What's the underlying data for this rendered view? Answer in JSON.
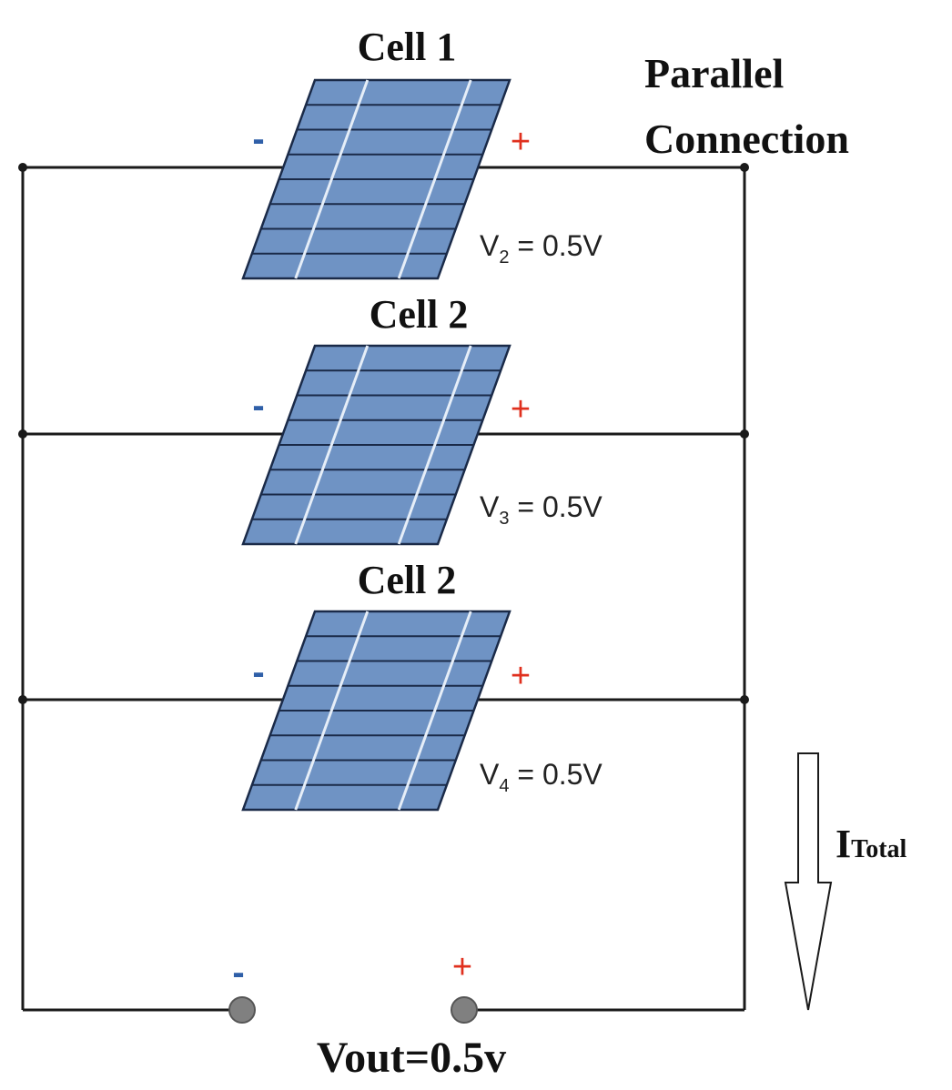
{
  "title": {
    "line1": "Parallel",
    "line2": "Connection"
  },
  "cells": [
    {
      "label": "Cell 1",
      "minus": "-",
      "plus": "+",
      "voltage_main": "V",
      "voltage_sub": "2",
      "voltage_rest": " = 0.5V"
    },
    {
      "label": "Cell 2",
      "minus": "-",
      "plus": "+",
      "voltage_main": "V",
      "voltage_sub": "3",
      "voltage_rest": " = 0.5V"
    },
    {
      "label": "Cell 2",
      "minus": "-",
      "plus": "+",
      "voltage_main": "V",
      "voltage_sub": "4",
      "voltage_rest": " = 0.5V"
    }
  ],
  "output": {
    "minus": "-",
    "plus": "+",
    "label": "Vout=0.5v"
  },
  "current": {
    "main": "I",
    "sub": "Total"
  },
  "colors": {
    "wire": "#1a1a1a",
    "panel_fill": "#6f93c4",
    "panel_line": "#1a2a48",
    "panel_busbar": "#e6eef8",
    "minus": "#2f5fa8",
    "plus": "#e0301e",
    "terminal": "#808080"
  }
}
